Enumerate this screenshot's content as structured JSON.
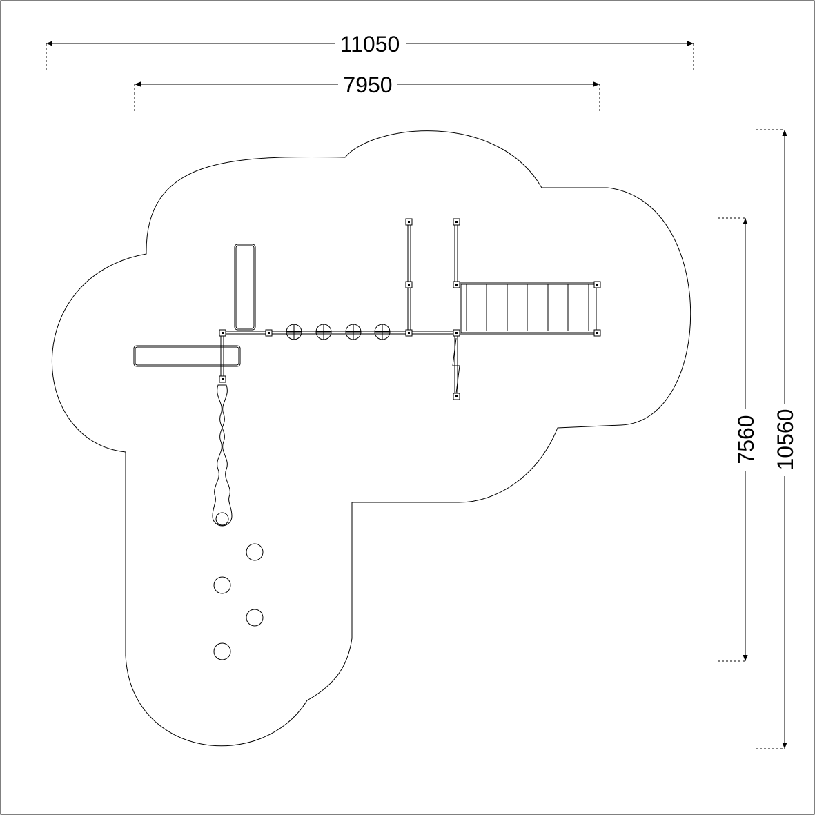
{
  "diagram": {
    "dimensions": {
      "overall_width": "11050",
      "equipment_width": "7950",
      "equipment_depth": "7560",
      "overall_depth": "10560"
    },
    "colors": {
      "line": "#000000",
      "background": "#ffffff"
    }
  }
}
